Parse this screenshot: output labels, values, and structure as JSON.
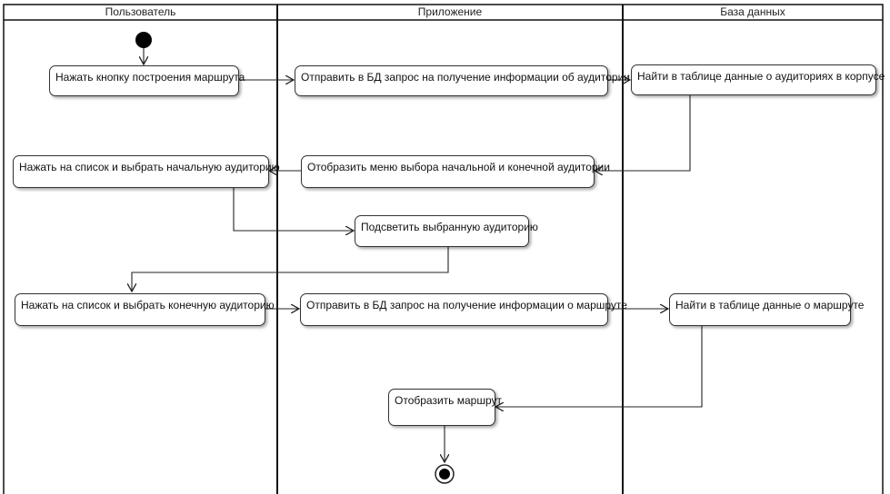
{
  "swimlanes": [
    {
      "id": "user",
      "label": "Пользователь"
    },
    {
      "id": "app",
      "label": "Приложение"
    },
    {
      "id": "db",
      "label": "База данных"
    }
  ],
  "activities": [
    {
      "id": "a1",
      "label": "Нажать кнопку построения маршрута"
    },
    {
      "id": "a2",
      "label": "Отправить в БД запрос на получение информации об аудитории"
    },
    {
      "id": "a3",
      "label": "Найти в таблице данные о аудиториях в корпусе"
    },
    {
      "id": "a4",
      "label": "Отобразить меню выбора начальной и конечной аудитории"
    },
    {
      "id": "a5",
      "label": "Нажать на список и выбрать начальную аудиторию"
    },
    {
      "id": "a6",
      "label": "Подсветить выбранную аудиторию"
    },
    {
      "id": "a7",
      "label": "Нажать на список и выбрать конечную аудиторию"
    },
    {
      "id": "a8",
      "label": "Отправить в БД запрос на получение информации о маршруте"
    },
    {
      "id": "a9",
      "label": "Найти в таблице данные о маршруте"
    },
    {
      "id": "a10",
      "label": "Отобразить маршрут"
    }
  ],
  "flows": [
    {
      "from": "start",
      "to": "a1"
    },
    {
      "from": "a1",
      "to": "a2"
    },
    {
      "from": "a2",
      "to": "a3"
    },
    {
      "from": "a3",
      "to": "a4"
    },
    {
      "from": "a4",
      "to": "a5"
    },
    {
      "from": "a5",
      "to": "a6"
    },
    {
      "from": "a6",
      "to": "a7"
    },
    {
      "from": "a7",
      "to": "a8"
    },
    {
      "from": "a8",
      "to": "a9"
    },
    {
      "from": "a9",
      "to": "a10"
    },
    {
      "from": "a10",
      "to": "end"
    }
  ]
}
